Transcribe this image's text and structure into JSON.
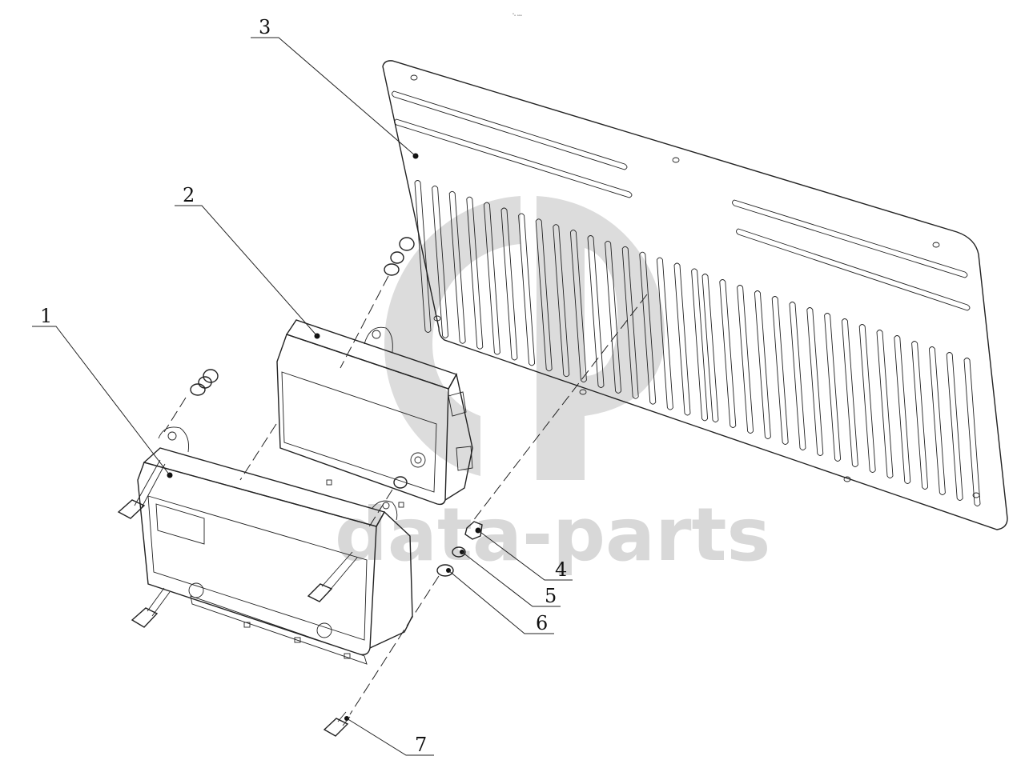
{
  "watermark": {
    "text": "data-parts",
    "color": "#d8d8d8"
  },
  "header_mark": "ᵒₒ ₒₒₒ",
  "callouts": [
    {
      "id": "1",
      "label": "1"
    },
    {
      "id": "2",
      "label": "2"
    },
    {
      "id": "3",
      "label": "3"
    },
    {
      "id": "4",
      "label": "4"
    },
    {
      "id": "5",
      "label": "5"
    },
    {
      "id": "6",
      "label": "6"
    },
    {
      "id": "7",
      "label": "7"
    }
  ],
  "line_color": "#222222"
}
